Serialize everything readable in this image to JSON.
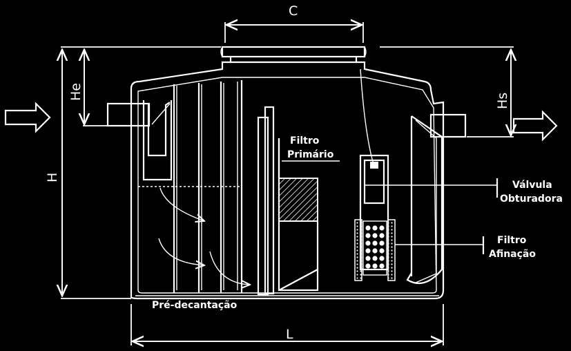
{
  "dimensions": {
    "c": "C",
    "he": "He",
    "hs": "Hs",
    "h": "H",
    "l": "L"
  },
  "labels": {
    "filtro_primario_1": "Filtro",
    "filtro_primario_2": "Primário",
    "valvula_1": "Válvula",
    "valvula_2": "Obturadora",
    "filtro_afinacao_1": "Filtro",
    "filtro_afinacao_2": "Afinação",
    "pre_decantacao": "Pré-decantação"
  },
  "colors": {
    "background": "#000000",
    "line": "#ffffff"
  }
}
